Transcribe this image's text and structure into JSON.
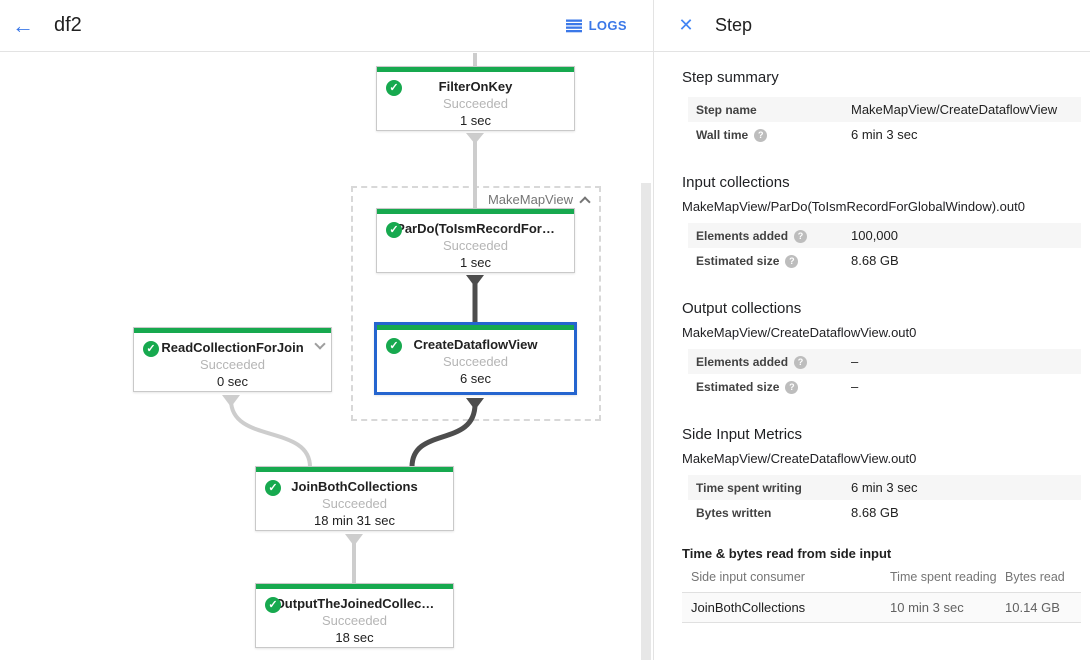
{
  "header": {
    "title": "df2",
    "logs_label": "LOGS"
  },
  "panel": {
    "title": "Step"
  },
  "graph": {
    "group_label": "MakeMapView",
    "nodes": [
      {
        "title": "FilterOnKey",
        "status": "Succeeded",
        "time": "1 sec"
      },
      {
        "title": "ParDo(ToIsmRecordFor…",
        "status": "Succeeded",
        "time": "1 sec"
      },
      {
        "title": "ReadCollectionForJoin",
        "status": "Succeeded",
        "time": "0 sec"
      },
      {
        "title": "CreateDataflowView",
        "status": "Succeeded",
        "time": "6 sec"
      },
      {
        "title": "JoinBothCollections",
        "status": "Succeeded",
        "time": "18 min 31 sec"
      },
      {
        "title": "OutputTheJoinedCollec…",
        "status": "Succeeded",
        "time": "18 sec"
      }
    ],
    "check_glyph": "✓",
    "back_glyph": "←",
    "close_glyph": "✕"
  },
  "details": {
    "step_summary": {
      "heading": "Step summary",
      "rows": [
        {
          "label": "Step name",
          "value": "MakeMapView/CreateDataflowView"
        },
        {
          "label": "Wall time",
          "help": "?",
          "value": "6 min 3 sec"
        }
      ]
    },
    "input_collections": {
      "heading": "Input collections",
      "subtitle": "MakeMapView/ParDo(ToIsmRecordForGlobalWindow).out0",
      "rows": [
        {
          "label": "Elements added",
          "help": "?",
          "value": "100,000"
        },
        {
          "label": "Estimated size",
          "help": "?",
          "value": "8.68 GB"
        }
      ]
    },
    "output_collections": {
      "heading": "Output collections",
      "subtitle": "MakeMapView/CreateDataflowView.out0",
      "rows": [
        {
          "label": "Elements added",
          "help": "?",
          "value": "–"
        },
        {
          "label": "Estimated size",
          "help": "?",
          "value": "–"
        }
      ]
    },
    "side_input_metrics": {
      "heading": "Side Input Metrics",
      "subtitle": "MakeMapView/CreateDataflowView.out0",
      "rows": [
        {
          "label": "Time spent writing",
          "value": "6 min 3 sec"
        },
        {
          "label": "Bytes written",
          "value": "8.68 GB"
        }
      ]
    },
    "side_input_table": {
      "heading": "Time & bytes read from side input",
      "columns": [
        "Side input consumer",
        "Time spent reading",
        "Bytes read"
      ],
      "rows": [
        {
          "consumer": "JoinBothCollections",
          "time": "10 min 3 sec",
          "bytes": "10.14 GB"
        }
      ]
    }
  },
  "colors": {
    "succeeded_green": "#17a94f",
    "accent_blue": "#3b78e8",
    "selection_blue": "#2565cf"
  }
}
